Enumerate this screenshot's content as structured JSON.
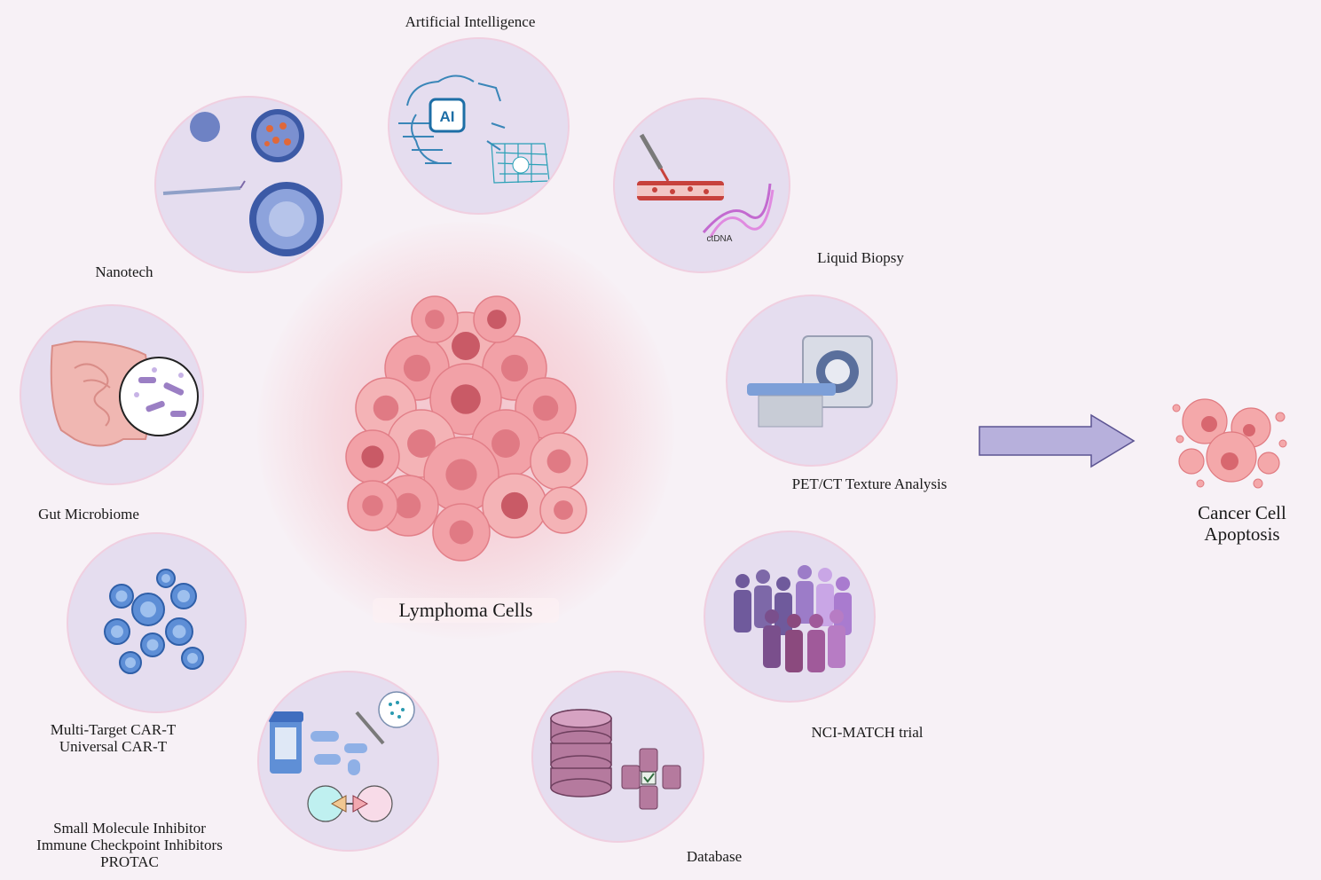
{
  "center": {
    "label": "Lymphoma Cells"
  },
  "outcome": {
    "line1": "Cancer Cell",
    "line2": "Apoptosis"
  },
  "nodes": {
    "ai": {
      "label": "Artificial Intelligence",
      "icon_text": "AI"
    },
    "nanotech": {
      "label": "Nanotech"
    },
    "liquid_biopsy": {
      "label": "Liquid Biopsy",
      "icon_text": "ctDNA"
    },
    "gut": {
      "label": "Gut Microbiome"
    },
    "petct": {
      "label": "PET/CT Texture Analysis"
    },
    "cart": {
      "line1": "Multi-Target CAR-T",
      "line2": "Universal CAR-T"
    },
    "nci": {
      "label": "NCI-MATCH trial"
    },
    "drugs": {
      "line1": "Small Molecule Inhibitor",
      "line2": "Immune Checkpoint Inhibitors",
      "line3": "PROTAC"
    },
    "database": {
      "label": "Database"
    }
  },
  "colors": {
    "background": "#f7f1f6",
    "circle_fill": "#e5ddef",
    "arrow": "#b7b0dc",
    "cell_pink": "#f2a7ad"
  }
}
